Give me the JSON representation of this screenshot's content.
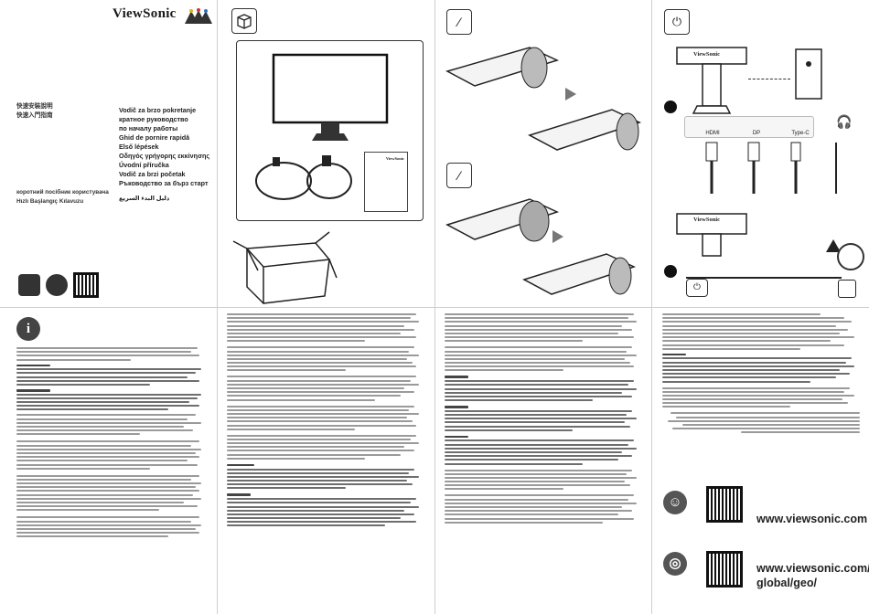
{
  "brand": {
    "name": "ViewSonic"
  },
  "guide_titles_left": [
    "快速安裝說明",
    "快速入門指南"
  ],
  "guide_titles_main": [
    "Vodič za brzo pokretanje",
    "кратное руководство",
    "по началу работы",
    "Ghid de pornire rapidă",
    "Első lépések",
    "Οδηγός γρήγορης εκκίνησης",
    "Úvodní příručka",
    "Vodič za brzi početak",
    "Ръководство за бърз старт"
  ],
  "guide_titles_bottom": [
    "коротний посібник користувача",
    "Hızlı Başlangıç Kılavuzu",
    "دليل البدء السريع"
  ],
  "box_card_brand": "ViewSonic",
  "monitor_logo": "ViewSonic",
  "connectors": [
    {
      "label": "HDMI"
    },
    {
      "label": "DP"
    },
    {
      "label": "Type-C"
    }
  ],
  "websites": {
    "main": "www.viewsonic.com",
    "global_line1": "www.viewsonic.com/",
    "global_line2": "global/geo/"
  },
  "icons": {
    "info": "i",
    "box": "package-icon",
    "tools_1": "screwdriver-icon",
    "tools_2": "screwdriver-icon",
    "plug": "plug-icon",
    "headphones": "headphones-icon",
    "warning": "warning-icon",
    "support": "support-icon"
  },
  "colors": {
    "ink": "#222222",
    "divider": "#cfcfcf",
    "text_line": "#9a9a9a"
  }
}
